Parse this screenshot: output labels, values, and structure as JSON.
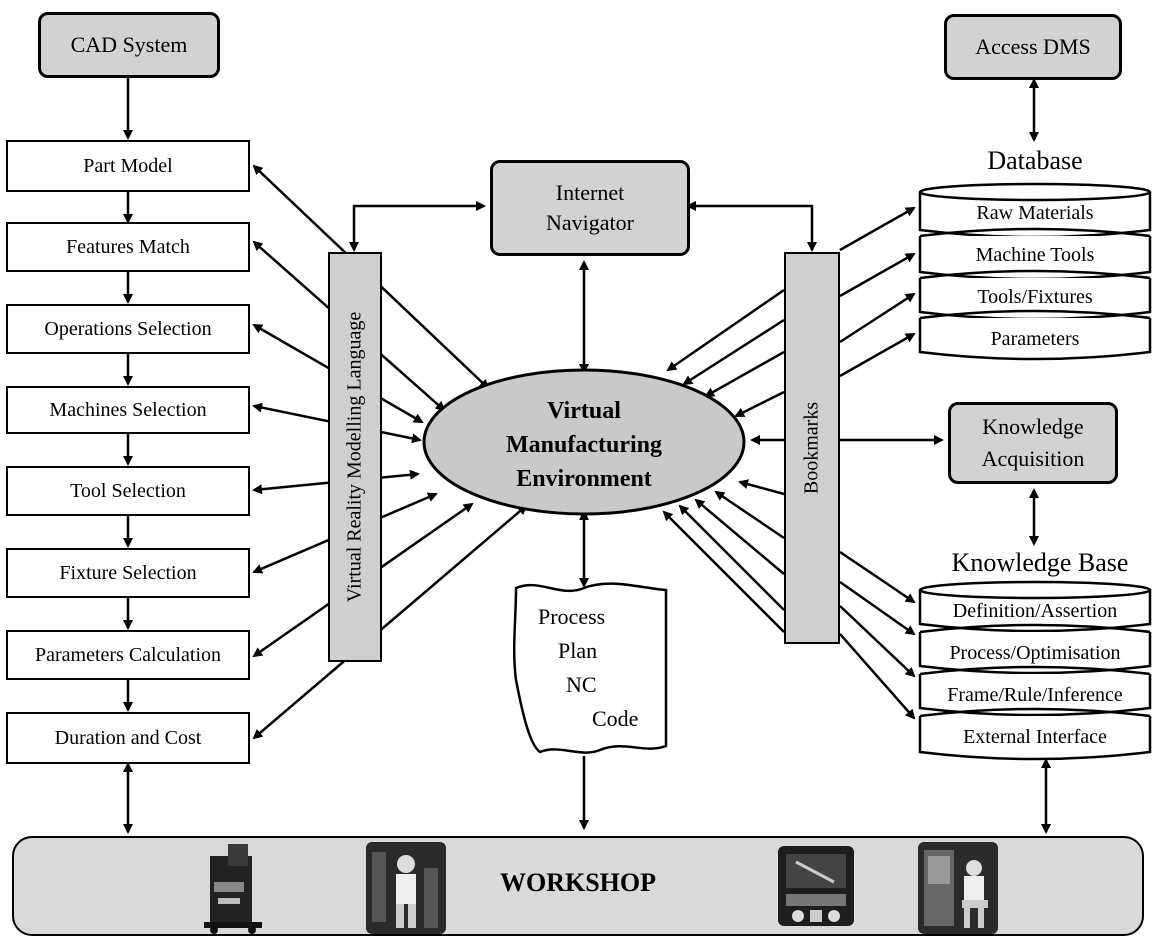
{
  "left_column": {
    "source": "CAD System",
    "steps": [
      "Part Model",
      "Features Match",
      "Operations Selection",
      "Machines Selection",
      "Tool Selection",
      "Fixture Selection",
      "Parameters Calculation",
      "Duration and Cost"
    ]
  },
  "vrml_bar": "Virtual Reality Modelling Language",
  "bookmarks_bar": "Bookmarks",
  "navigator": [
    "Internet",
    "Navigator"
  ],
  "center": [
    "Virtual",
    "Manufacturing",
    "Environment"
  ],
  "process_plan": [
    "Process",
    "Plan",
    "NC",
    "Code"
  ],
  "right_top": {
    "access": "Access DMS",
    "database_title": "Database",
    "database": [
      "Raw Materials",
      "Machine Tools",
      "Tools/Fixtures",
      "Parameters"
    ]
  },
  "knowledge": {
    "acquisition": [
      "Knowledge",
      "Acquisition"
    ],
    "base_title": "Knowledge Base",
    "base": [
      "Definition/Assertion",
      "Process/Optimisation",
      "Frame/Rule/Inference",
      "External Interface"
    ]
  },
  "workshop": {
    "label": "WORKSHOP",
    "icons": [
      "machine-cart-icon",
      "worker-icon",
      "cnc-machine-icon",
      "operator-icon"
    ]
  }
}
